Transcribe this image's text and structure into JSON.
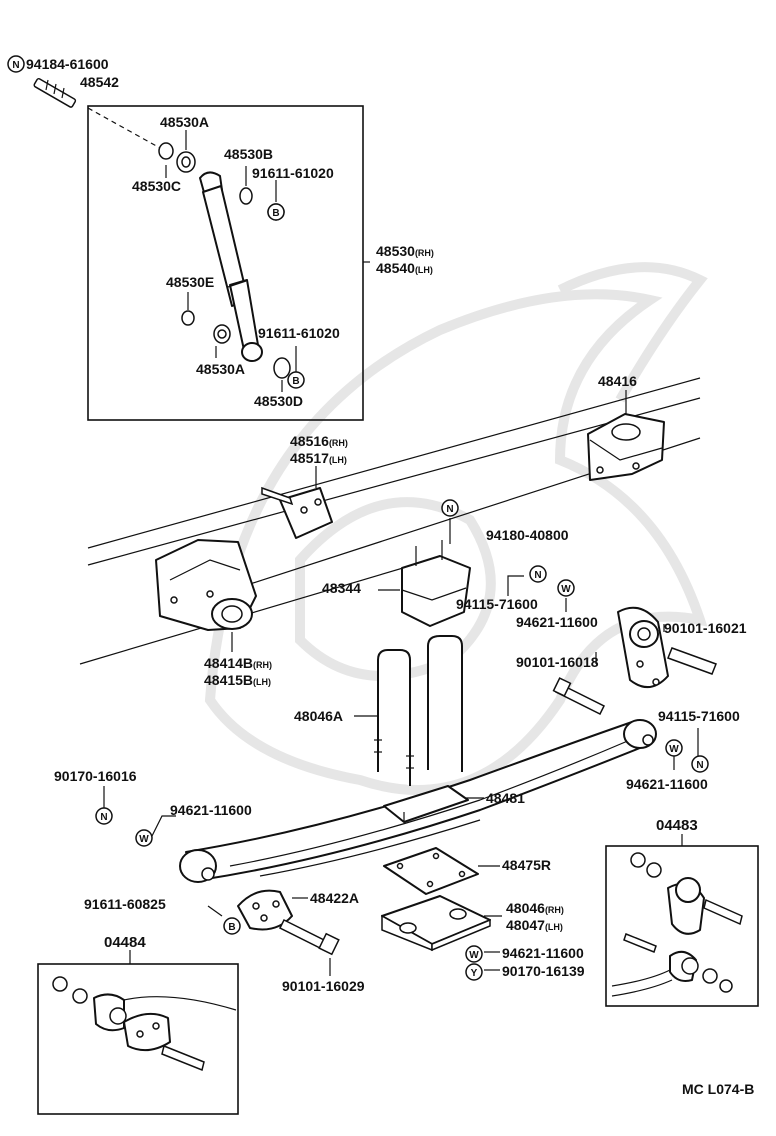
{
  "labels": {
    "p94184_61600": "94184-61600",
    "p48542": "48542",
    "p48530A_top": "48530A",
    "p48530B": "48530B",
    "p48530C": "48530C",
    "p91611_61020_top": "91611-61020",
    "p48530_rh": "48530",
    "p48540_lh": "48540",
    "p48530E": "48530E",
    "p91611_61020_bot": "91611-61020",
    "p48530A_bot": "48530A",
    "p48530D": "48530D",
    "p48416": "48416",
    "p48516_rh": "48516",
    "p48517_lh": "48517",
    "p94180_40800": "94180-40800",
    "p48344": "48344",
    "p94115_71600_a": "94115-71600",
    "p94621_11600_a": "94621-11600",
    "p90101_16021": "90101-16021",
    "p48414B_rh": "48414B",
    "p48415B_lh": "48415B",
    "p90101_16018": "90101-16018",
    "p48046A": "48046A",
    "p94115_71600_b": "94115-71600",
    "p94621_11600_b": "94621-11600",
    "p90170_16016": "90170-16016",
    "p94621_11600_c": "94621-11600",
    "p48481": "48481",
    "p04483": "04483",
    "p48475R": "48475R",
    "p91611_60825": "91611-60825",
    "p48422A": "48422A",
    "p48046_rh": "48046",
    "p48047_lh": "48047",
    "p94621_11600_d": "94621-11600",
    "p90170_16139": "90170-16139",
    "p04484": "04484",
    "p90101_16029": "90101-16029",
    "diagram_code": "MC L074-B"
  },
  "suffixes": {
    "rh": "(RH)",
    "lh": "(LH)"
  },
  "badges": {
    "N": "N",
    "W": "W",
    "B": "B",
    "Y": "Y"
  }
}
